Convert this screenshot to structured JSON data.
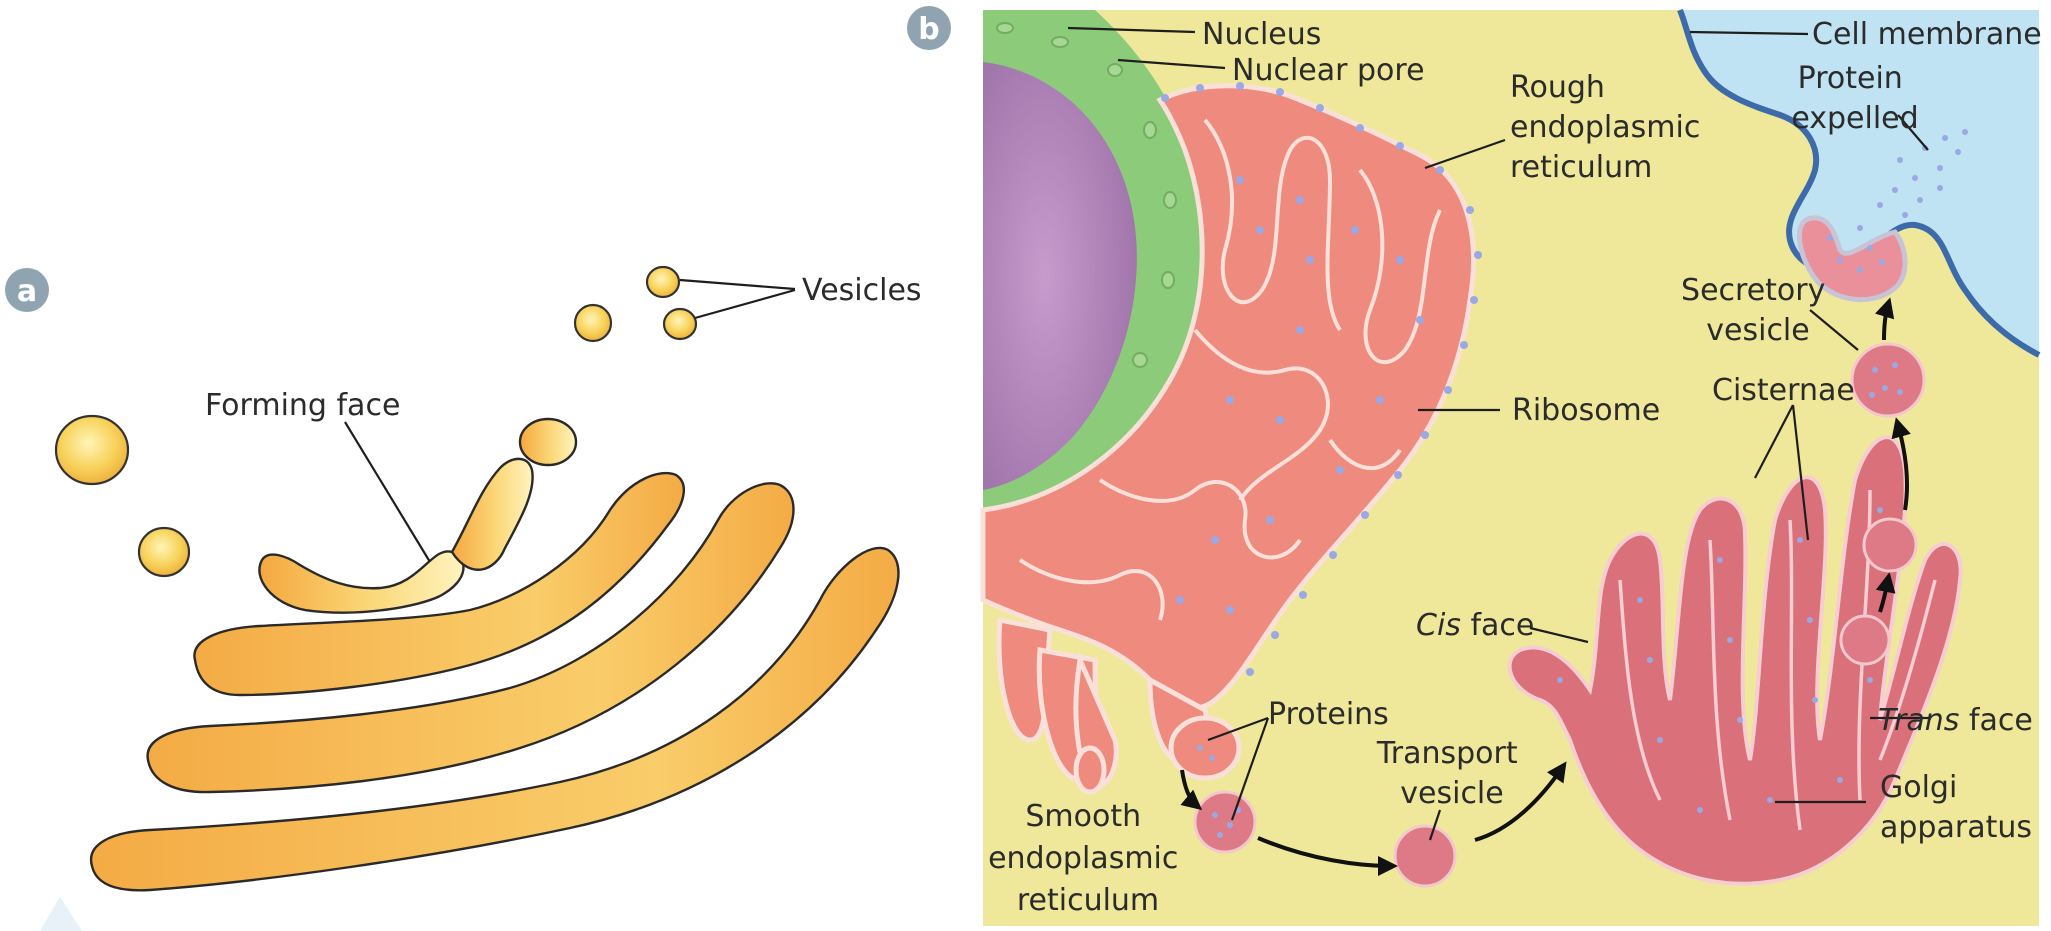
{
  "panel_a": {
    "badge": "a",
    "labels": {
      "vesicles": "Vesicles",
      "forming_face": "Forming face"
    }
  },
  "panel_b": {
    "badge": "b",
    "labels": {
      "nucleus": "Nucleus",
      "nuclear_pore": "Nuclear pore",
      "rough_er_1": "Rough",
      "rough_er_2": "endoplasmic",
      "rough_er_3": "reticulum",
      "ribosome": "Ribosome",
      "cell_membrane": "Cell membrane",
      "protein_expelled_1": "Protein",
      "protein_expelled_2": "expelled",
      "secretory_vesicle_1": "Secretory",
      "secretory_vesicle_2": "vesicle",
      "cisternae": "Cisternae",
      "cis_face_italic": "Cis",
      "cis_face_rest": " face",
      "trans_face_italic": "Trans",
      "trans_face_rest": " face",
      "golgi_1": "Golgi",
      "golgi_2": "apparatus",
      "proteins": "Proteins",
      "transport_vesicle_1": "Transport",
      "transport_vesicle_2": "vesicle",
      "smooth_er_1": "Smooth",
      "smooth_er_2": "endoplasmic",
      "smooth_er_3": "reticulum"
    }
  },
  "colors": {
    "panel_b_background": "#efe89b",
    "extracellular": "#bfe3f2",
    "membrane": "#3d6aa8",
    "nucleus": "#b889bd",
    "nuclear_envelope": "#8ccb79",
    "rough_er": "#ee8b7e",
    "golgi_b": "#d9707a",
    "golgi_a": "#f7b84e",
    "vesicle_a": "#f7cf55",
    "ribosome": "#9aa8e4",
    "badge": "#8fa4b0"
  }
}
